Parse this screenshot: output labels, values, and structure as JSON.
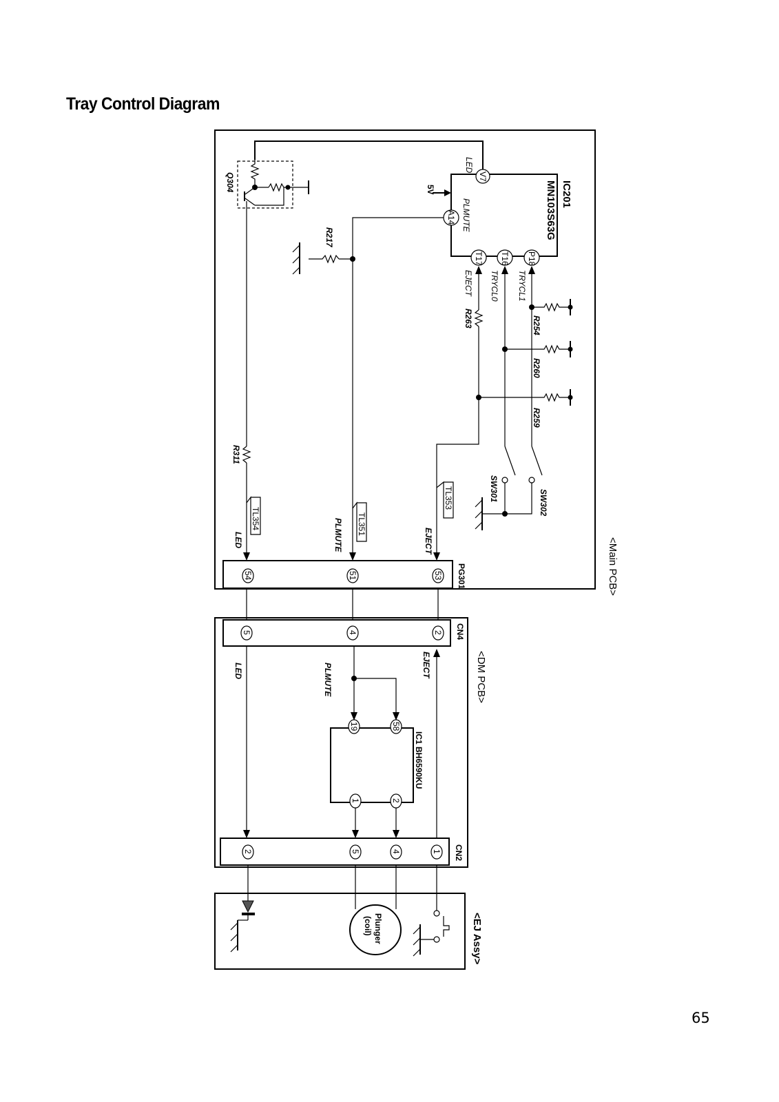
{
  "title": "Tray Control Diagram",
  "page_number": "65",
  "boards": {
    "main_pcb": "<Main PCB>",
    "dm_pcb": "<DM PCB>",
    "ej_assy": "<EJ Assy>"
  },
  "ic201": {
    "ref": "IC201",
    "part": "MN103S63G",
    "pins": {
      "v7": "V7",
      "a14": "A14",
      "t17": "T17",
      "t16": "T16",
      "p18": "P18"
    },
    "signals": {
      "led": "LED",
      "plmute": "PLMUTE",
      "eject": "EJECT",
      "tryclo": "TRYCL0",
      "trycl1": "TRYCL1"
    }
  },
  "main": {
    "supply": "5V",
    "q304": "Q304",
    "r217": "R217",
    "r263": "R263",
    "r254": "R254",
    "r260": "R260",
    "r259": "R259",
    "r311": "R311",
    "sw301": "SW301",
    "sw302": "SW302",
    "tl354": "TL354",
    "tl351": "TL351",
    "tl353": "TL353",
    "led": "LED",
    "plmute": "PLMUTE",
    "eject": "EJECT"
  },
  "pg301": {
    "ref": "PG301",
    "pins": [
      "54",
      "51",
      "53"
    ]
  },
  "cn4": {
    "ref": "CN4",
    "pins": [
      "5",
      "4",
      "2"
    ]
  },
  "dm": {
    "led": "LED",
    "plmute": "PLMUTE",
    "eject": "EJECT"
  },
  "ic1": {
    "ref": "IC1 BH6590KU",
    "pins": [
      "19",
      "58",
      "1",
      "2"
    ]
  },
  "cn2": {
    "ref": "CN2",
    "pins": [
      "2",
      "5",
      "4",
      "1"
    ]
  },
  "ej": {
    "plunger": "Plunger",
    "coil": "(coil)"
  }
}
